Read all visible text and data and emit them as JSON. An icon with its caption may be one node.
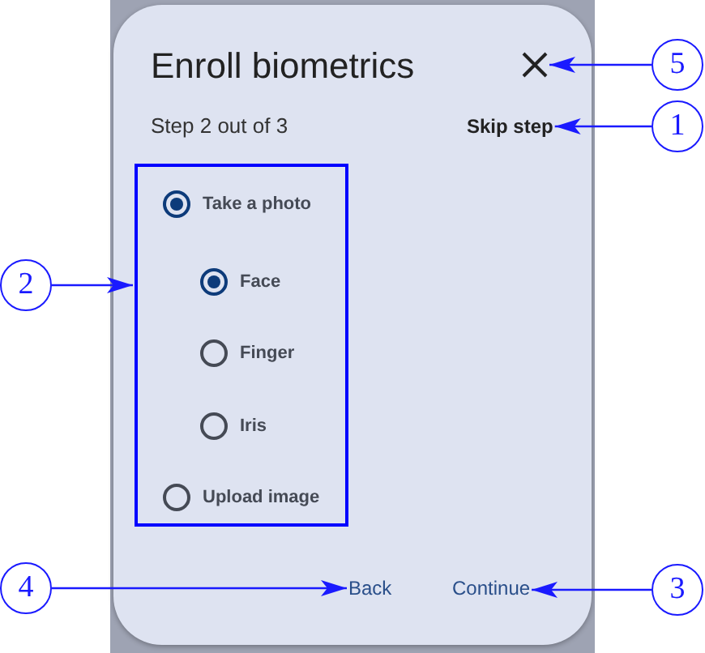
{
  "diagram": {
    "nodes": [
      {
        "text": [],
        "shape": "cross"
      },
      {
        "text": [
          "5"
        ]
      },
      {
        "text": [
          "Skip step"
        ]
      },
      {
        "text": [
          "1"
        ]
      },
      {
        "text": [],
        "shape": "box"
      },
      {
        "text": [
          "Take a photo"
        ],
        "in": 4
      },
      {
        "text": [
          "Face"
        ],
        "in": 4
      },
      {
        "text": [
          "Finger"
        ],
        "in": 4
      },
      {
        "text": [
          "Iris"
        ],
        "in": 4
      },
      {
        "text": [
          "Upload image"
        ],
        "in": 4
      },
      {
        "text": [
          "2"
        ]
      },
      {
        "text": [
          "4"
        ]
      },
      {
        "text": [
          "Back"
        ]
      },
      {
        "text": [
          "Continue"
        ]
      },
      {
        "text": [
          "3"
        ]
      }
    ],
    "edges": [
      {
        "from": 1,
        "to": 0,
        "arrow": "to"
      },
      {
        "from": 3,
        "to": 2,
        "arrow": "to"
      },
      {
        "from": 10,
        "to": 4,
        "arrow": "to"
      },
      {
        "from": 11,
        "to": 12,
        "arrow": "to"
      },
      {
        "from": 14,
        "to": 13,
        "arrow": "to"
      }
    ],
    "labels": [
      "Enroll biometrics",
      "Step 2 out of 3"
    ]
  }
}
